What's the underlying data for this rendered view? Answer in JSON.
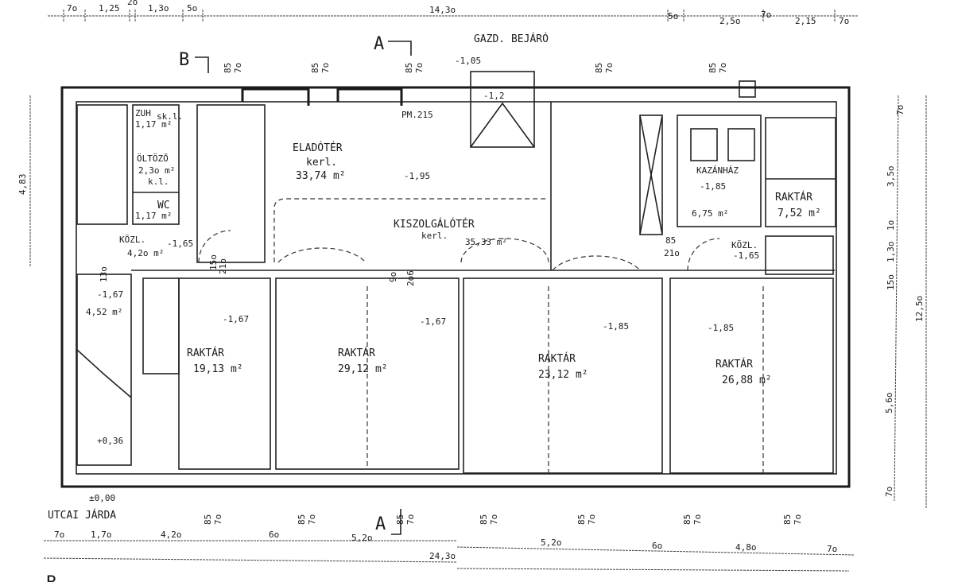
{
  "top_dims": [
    "7o",
    "1,25",
    "2o",
    "1,3o",
    "5o",
    "14,3o",
    "5o",
    "2,5o",
    "7o",
    "2,15",
    "7o"
  ],
  "bottom_dims": [
    "7o",
    "1,7o",
    "4,2o",
    "6o",
    "5,2o",
    "5,2o",
    "6o",
    "4,8o",
    "7o",
    "24,3o"
  ],
  "right_dims": [
    "7o",
    "3,5o",
    "1o",
    "1,3o",
    "15o",
    "5,6o",
    "7o",
    "12,5o"
  ],
  "left_dims": [
    "4,83"
  ],
  "section_marks": {
    "a_top": "A",
    "a_bottom": "A",
    "b_top": "B",
    "b_bottom": "B"
  },
  "window_marks": {
    "sill": "85",
    "height": "7o"
  },
  "entrance": "GAZD. BEJÁRÓ",
  "street": "UTCAI JÁRDA",
  "street_level": "±0,00",
  "rooms": {
    "zuh": {
      "name": "ZUH",
      "area": "1,17 m²",
      "tag": "sk.l."
    },
    "oltozo": {
      "name": "ÖLTÖZŐ",
      "area": "2,3o m²",
      "floor": "k.l."
    },
    "wc": {
      "name": "WC",
      "area": "1,17 m²"
    },
    "kozl_left": {
      "name": "KÖZL.",
      "area": "4,2o m²",
      "level": "-1,65"
    },
    "eladoter": {
      "name": "ELADÓTÉR",
      "floor": "kerl.",
      "area": "33,74 m²"
    },
    "pm": {
      "name": "PM.215",
      "level": "-1,95"
    },
    "kiszolgalo": {
      "name": "KISZOLGÁLÓTÉR",
      "floor": "kerl.",
      "area": "35,33 m²"
    },
    "kazanhaz": {
      "name": "KAZÁNHÁZ",
      "level": "-1,85",
      "area": "6,75 m²"
    },
    "raktar_small": {
      "name": "RAKTÁR",
      "area": "7,52 m²"
    },
    "kozl_right": {
      "name": "KÖZL.",
      "level": "-1,65"
    },
    "raktar1": {
      "name": "RAKTÁR",
      "area": "19,13 m²",
      "level": "-1,67"
    },
    "raktar2": {
      "name": "RAKTÁR",
      "area": "29,12 m²",
      "level": "-1,67"
    },
    "raktar3": {
      "name": "RAKTÁR",
      "area": "23,12 m²",
      "level": "-1,85"
    },
    "raktar4": {
      "name": "RAKTÁR",
      "area": "26,88 m²",
      "level": "-1,85"
    },
    "stair_left": {
      "area": "4,52 m²",
      "level": "-1,67",
      "bottom": "+0,36"
    }
  },
  "misc_levels": [
    "-1,05",
    "-1,2",
    "-1,85"
  ],
  "door_marks": [
    "15o",
    "21o",
    "9o",
    "2o6",
    "13o",
    "85",
    "21o"
  ]
}
